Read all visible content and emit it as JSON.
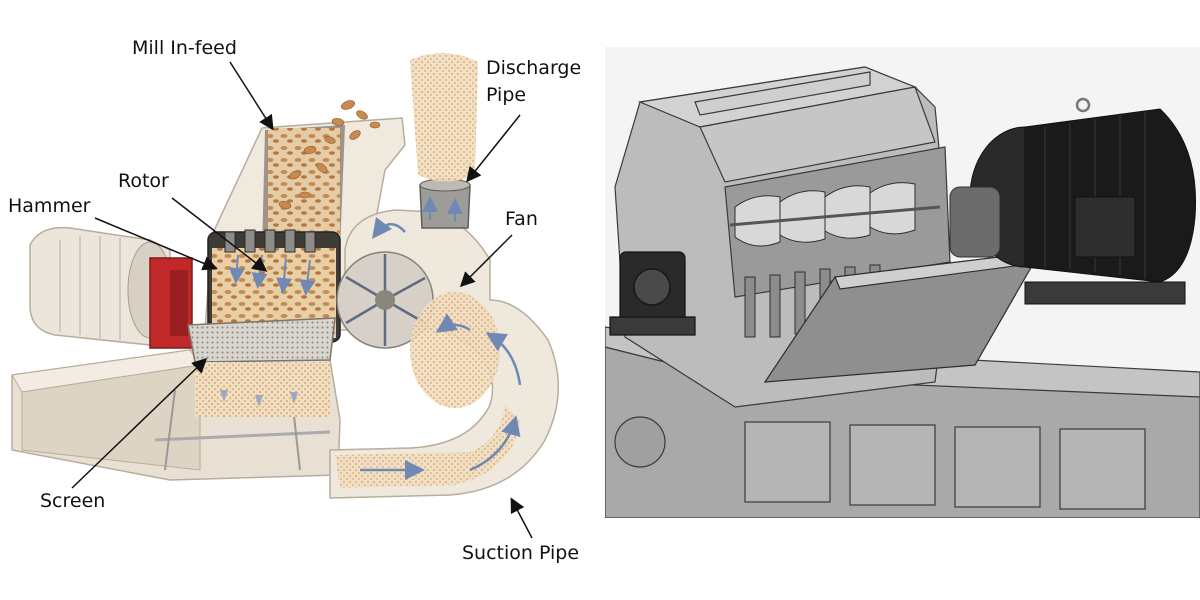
{
  "labels": {
    "mill_infeed": "Mill In-feed",
    "discharge_pipe_line1": "Discharge",
    "discharge_pipe_line2": "Pipe",
    "rotor": "Rotor",
    "hammer": "Hammer",
    "fan": "Fan",
    "screen": "Screen",
    "suction_pipe": "Suction Pipe"
  },
  "colors": {
    "machine_cream": "#ece4d8",
    "machine_shadow": "#cfc4b4",
    "motor_red": "#c0282a",
    "wood_chip": "#c98a4e",
    "airflow_blue": "#8fa6c8",
    "cad_gray": "#b7b7b7",
    "cad_panel": "#c2c2c2",
    "cad_edge": "#3a3a3a",
    "motor_black": "#1a1a1a"
  }
}
